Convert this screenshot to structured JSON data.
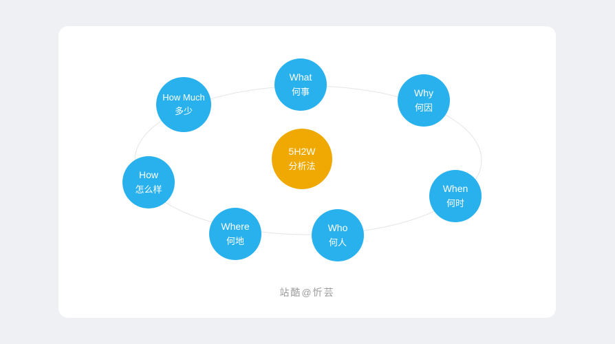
{
  "page": {
    "background_color": "#eef0f4",
    "card_color": "#ffffff"
  },
  "diagram": {
    "title": "5H2W 分析法",
    "type": "radial-concept-diagram",
    "node_color": "#29b1ee",
    "orbit_line_color": "#e3e5e8",
    "center_node": {
      "line1": "5H2W",
      "line2": "分析法",
      "color": "#efa902"
    },
    "nodes": [
      {
        "name": "what",
        "en": "What",
        "zh": "何事"
      },
      {
        "name": "why",
        "en": "Why",
        "zh": "何因"
      },
      {
        "name": "when",
        "en": "When",
        "zh": "何时"
      },
      {
        "name": "who",
        "en": "Who",
        "zh": "何人"
      },
      {
        "name": "where",
        "en": "Where",
        "zh": "何地"
      },
      {
        "name": "how",
        "en": "How",
        "zh": "怎么样"
      },
      {
        "name": "how-much",
        "en": "How Much",
        "zh": "多少"
      }
    ]
  },
  "footer": {
    "watermark": "站酷@忻芸"
  }
}
